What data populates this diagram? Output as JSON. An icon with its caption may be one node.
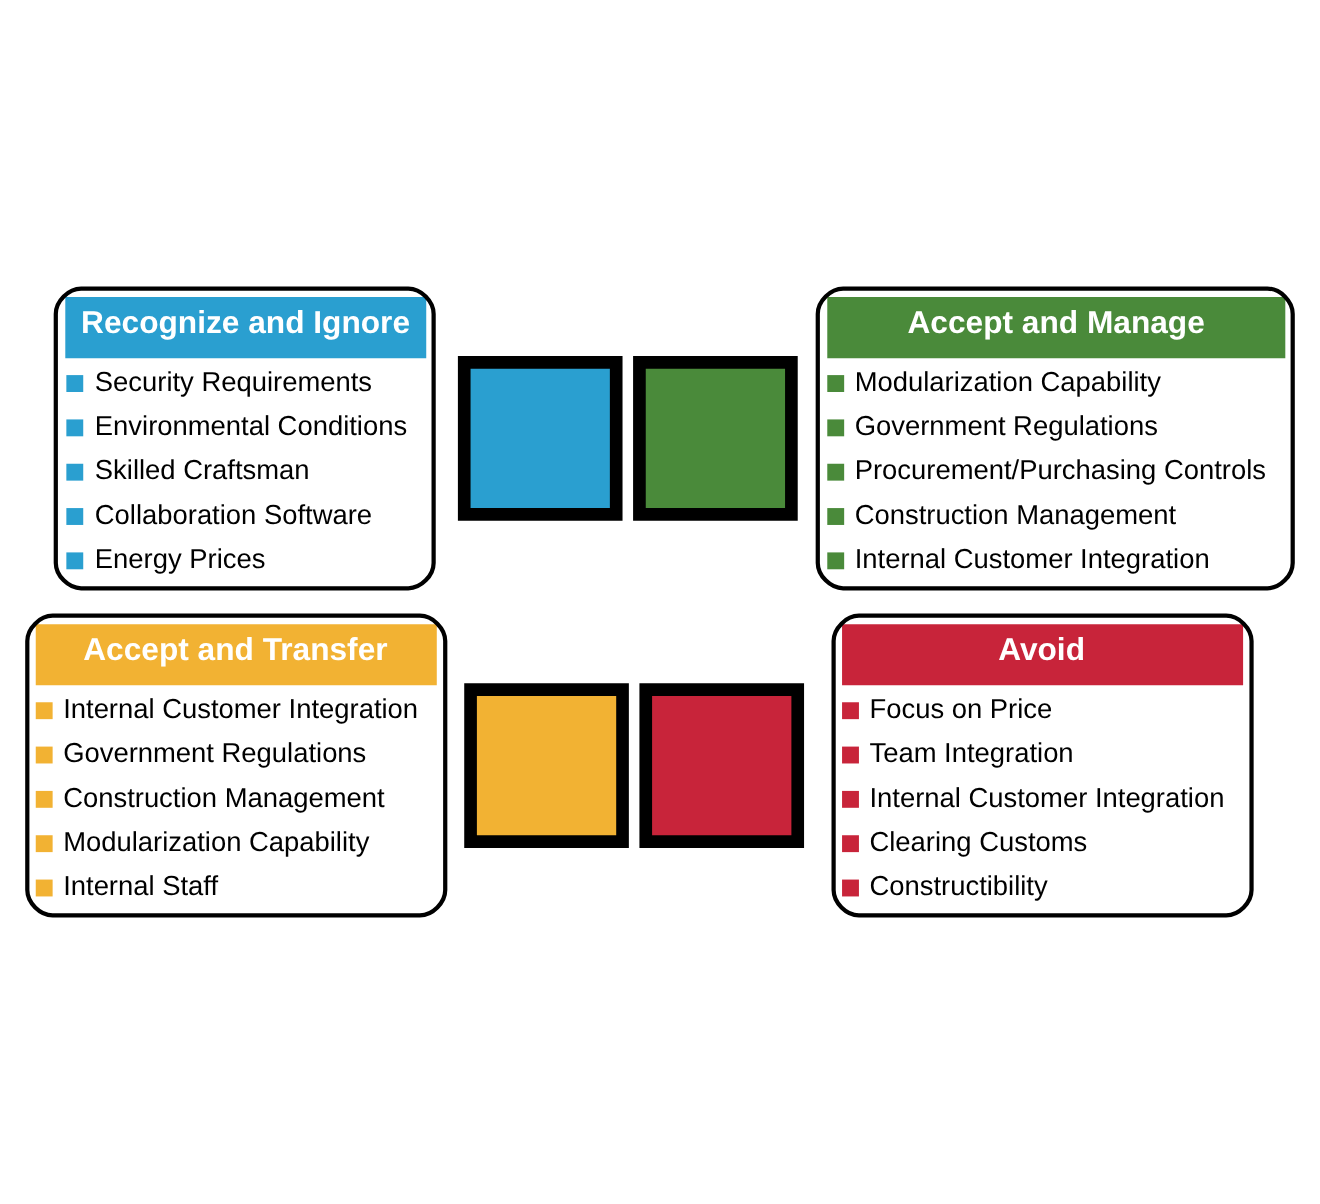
{
  "diagram": {
    "nodes": [
      {
        "text": [
          "Recognize and Ignore",
          "Security Requirements",
          "Environmental Conditions",
          "Skilled Craftsman",
          "Collaboration Software",
          "Energy Prices"
        ]
      },
      {
        "text": [
          "Accept and Manage",
          "Modularization Capability",
          "Government Regulations",
          "Procurement/Purchasing Controls",
          "Construction Management",
          "Internal Customer Integration"
        ]
      },
      {
        "text": [],
        "shape": "box"
      },
      {
        "text": [],
        "shape": "box"
      },
      {
        "text": [],
        "shape": "box"
      },
      {
        "text": [],
        "shape": "box"
      },
      {
        "text": [
          "Accept and Transfer",
          "Internal Customer Integration",
          "Government Regulations",
          "Construction Management",
          "Modularization Capability",
          "Internal Staff"
        ]
      },
      {
        "text": [
          "Avoid",
          "Focus on Price",
          "Team Integration",
          "Internal Customer Integration",
          "Clearing Customs",
          "Constructibility"
        ]
      }
    ],
    "edges": []
  }
}
